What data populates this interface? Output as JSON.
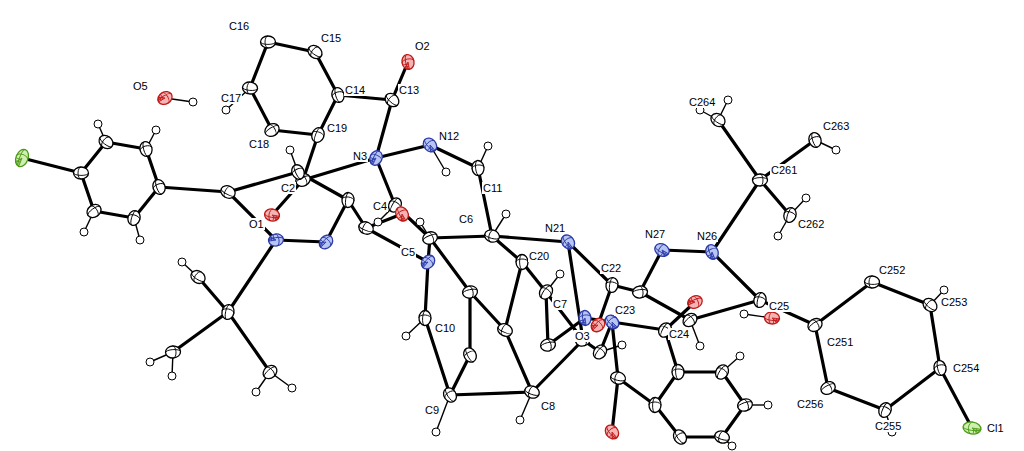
{
  "diagram": {
    "labels": [
      "C16",
      "C15",
      "O2",
      "C14",
      "C13",
      "C17",
      "O5",
      "C19",
      "C18",
      "N3",
      "N12",
      "C2",
      "C11",
      "C264",
      "C4",
      "O1",
      "C261",
      "C263",
      "C6",
      "N21",
      "N27",
      "N26",
      "C20",
      "C5",
      "C22",
      "C262",
      "C7",
      "C23",
      "C25",
      "C252",
      "C10",
      "C24",
      "C251",
      "C253",
      "O3",
      "C256",
      "C254",
      "C9",
      "C8",
      "C255",
      "Cl1"
    ]
  }
}
